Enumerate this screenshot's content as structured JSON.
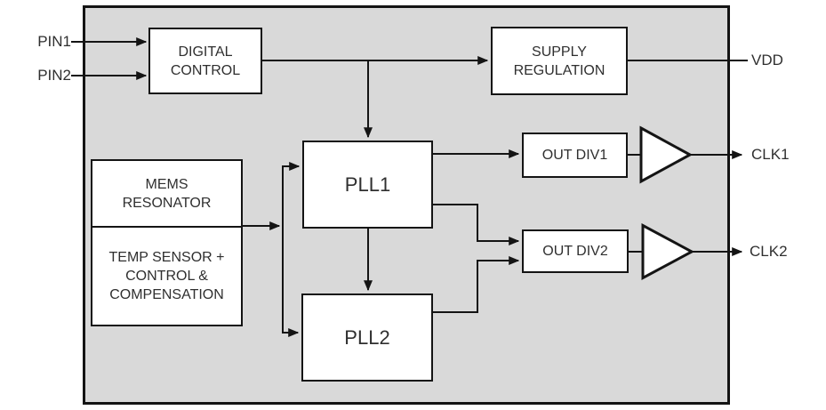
{
  "pins": {
    "pin1": "PIN1",
    "pin2": "PIN2",
    "vdd": "VDD",
    "clk1": "CLK1",
    "clk2": "CLK2"
  },
  "blocks": {
    "digital_control": "DIGITAL\nCONTROL",
    "supply_regulation": "SUPPLY\nREGULATION",
    "mems_resonator": "MEMS\nRESONATOR",
    "temp_sensor": "TEMP SENSOR +\nCONTROL &\nCOMPENSATION",
    "pll1": "PLL1",
    "pll2": "PLL2",
    "out_div1": "OUT DIV1",
    "out_div2": "OUT DIV2"
  },
  "colors": {
    "chip_fill": "#d9d9d9",
    "block_fill": "#ffffff",
    "line": "#141414",
    "text": "#2f2f2f"
  }
}
